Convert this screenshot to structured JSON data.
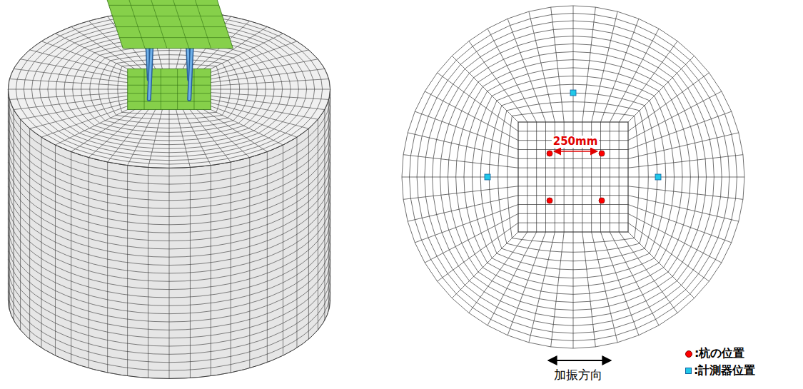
{
  "diagram": {
    "labels": [
      "250mm",
      "加振方向"
    ],
    "legend": [
      {
        "text": ":杭の位置",
        "color": "#ff0000"
      },
      {
        "text": ":計測器位置",
        "color": "#20c8e8"
      }
    ]
  }
}
